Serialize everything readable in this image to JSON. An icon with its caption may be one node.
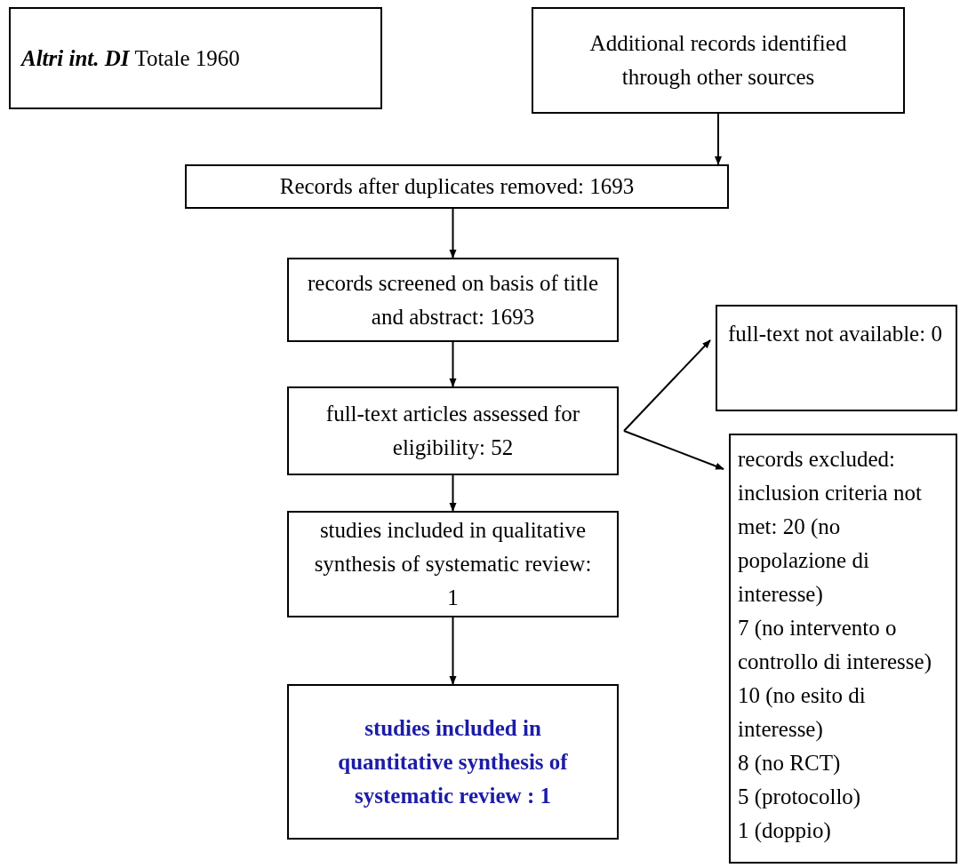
{
  "diagram": {
    "nodes": [
      {
        "text": [
          "**Altri int. DI** Totale 1960"
        ]
      },
      {
        "text": [
          "Additional records identified through other sources"
        ]
      },
      {
        "text": [
          "Records after duplicates removed: 1693"
        ]
      },
      {
        "text": [
          "records screened on basis of title and abstract: 1693"
        ]
      },
      {
        "text": [
          "full-text articles assessed for eligibility: 52"
        ]
      },
      {
        "text": [
          "full-text not available: 0"
        ]
      },
      {
        "text": [
          "records excluded: inclusion criteria not met: 20 (no popolazione di interesse)",
          "7 (no intervento o controllo di interesse)",
          "10 (no esito di interesse)",
          "8 (no RCT)",
          "5 (protocollo)",
          "1 (doppio)"
        ]
      },
      {
        "text": [
          "studies included in qualitative synthesis of systematic review: 1"
        ]
      },
      {
        "text": [
          "studies included in quantitative synthesis of systematic review : 1"
        ]
      }
    ],
    "edges": [
      {
        "from": 1,
        "to": 2,
        "arrow": "to"
      },
      {
        "from": 2,
        "to": 3,
        "arrow": "to"
      },
      {
        "from": 3,
        "to": 4,
        "arrow": "to"
      },
      {
        "from": 4,
        "to": 5,
        "arrow": "to"
      },
      {
        "from": 4,
        "to": 6,
        "arrow": "to"
      },
      {
        "from": 4,
        "to": 7,
        "arrow": "to"
      },
      {
        "from": 7,
        "to": 8,
        "arrow": "to"
      }
    ]
  }
}
